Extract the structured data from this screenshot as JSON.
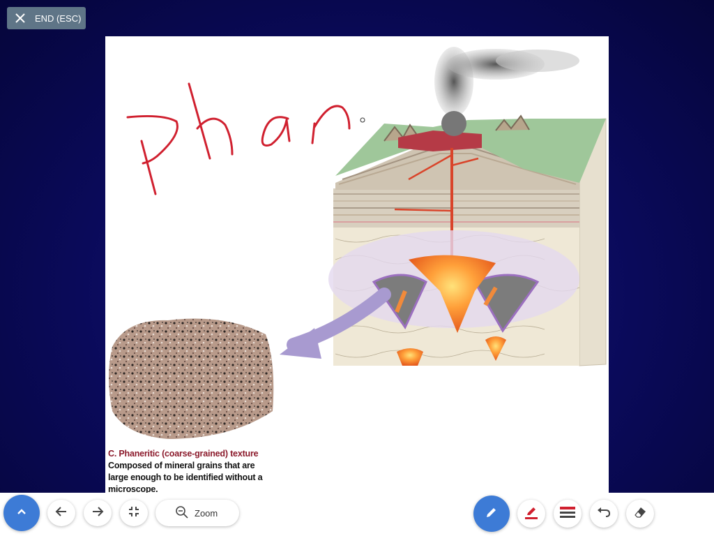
{
  "top_bar": {
    "end_label": "END (ESC)"
  },
  "slide": {
    "handwriting": "Phan",
    "caption_title": "C. Phaneritic (coarse-grained) texture",
    "caption_line1": "Composed of mineral grains that are",
    "caption_line2": "large enough to be identified without a",
    "caption_line3": "microscope."
  },
  "toolbar": {
    "zoom_label": "Zoom",
    "icons": [
      "chevron-up-icon",
      "arrow-left-icon",
      "arrow-right-icon",
      "collapse-icon",
      "zoom-icon",
      "pen-icon",
      "highlighter-icon",
      "line-weight-icon",
      "undo-icon",
      "eraser-icon"
    ]
  },
  "colors": {
    "accent": "#3d7bd6",
    "ink": "#d0202f",
    "caption_title": "#8b1a2b",
    "end_button": "#5f7587"
  }
}
